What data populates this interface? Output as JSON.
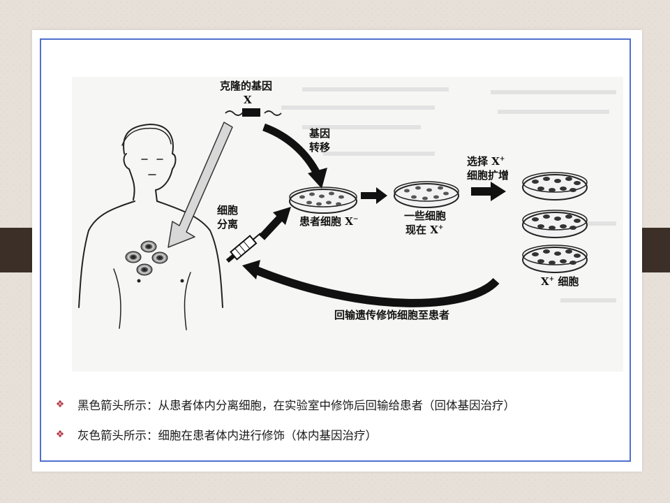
{
  "slide": {
    "bullets": [
      {
        "icon": "diamond-bullet-icon",
        "text": "黑色箭头所示：从患者体内分离细胞，在实验室中修饰后回输给患者（回体基因治疗）"
      },
      {
        "icon": "diamond-bullet-icon",
        "text": "灰色箭头所示：细胞在患者体内进行修饰（体内基因治疗）"
      }
    ]
  },
  "diagram": {
    "cloned_gene_label": "克隆的基因",
    "gene_x": "X",
    "gene_transfer": [
      "基因",
      "转移"
    ],
    "cell_isolation": [
      "细胞",
      "分离"
    ],
    "patient_cells": "患者细胞 X",
    "patient_cells_sup": "−",
    "some_cells": [
      "一些细胞",
      "现在 X"
    ],
    "some_cells_sup": "+",
    "select_expand": [
      "选择 X",
      "细胞扩增"
    ],
    "select_expand_sup": "+",
    "x_cells": "X",
    "x_cells_sup": "+",
    "x_cells_suffix": " 细胞",
    "reinfuse": "回输遗传修饰细胞至患者"
  },
  "colors": {
    "frame": "#4f6fcf",
    "bullet": "#b23a48",
    "tab": "#3b2f27"
  }
}
